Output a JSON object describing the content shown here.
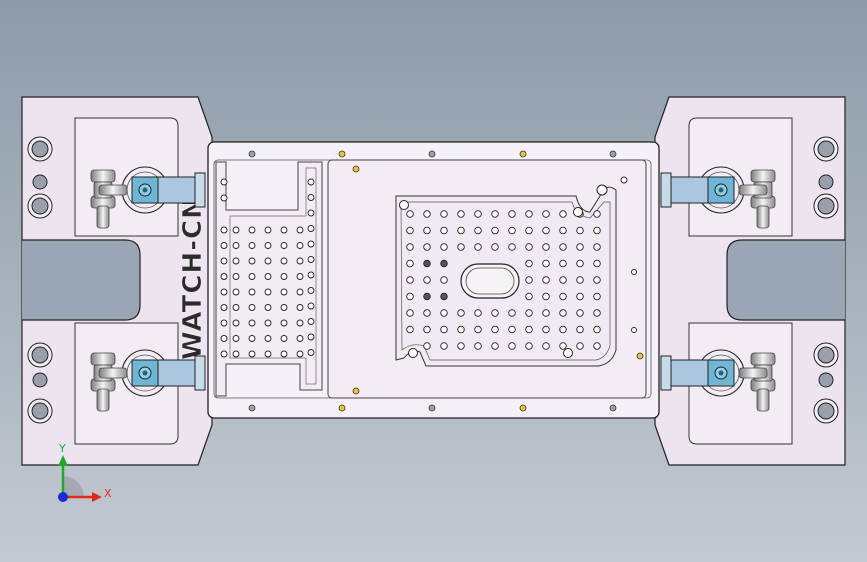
{
  "engraving": {
    "text": "WATCH-CNC"
  },
  "triad": {
    "x_label": "X",
    "y_label": "Y"
  },
  "colors": {
    "base_plate": "#ede4f0",
    "pocket": "#f2ebf4",
    "center_plate": "#f5f0f7",
    "clamp_arm": "#a9c7df",
    "clamp_block": "#6fb6d6",
    "bolt_gold": "#e8c23a",
    "x_axis": "#e0291e",
    "y_axis": "#1ea82e",
    "z_axis": "#1a2bd6"
  },
  "icons": {
    "view_triad": "xyz-triad-icon"
  }
}
